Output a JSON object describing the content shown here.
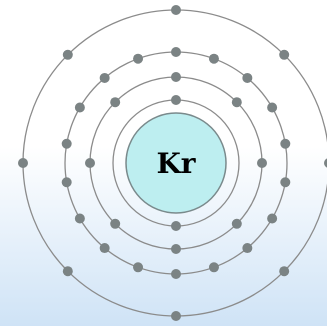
{
  "element": {
    "symbol": "Kr"
  },
  "shells": [
    {
      "shell": 1,
      "electrons": 2
    },
    {
      "shell": 2,
      "electrons": 8
    },
    {
      "shell": 3,
      "electrons": 18
    },
    {
      "shell": 4,
      "electrons": 8
    }
  ],
  "colors": {
    "background_top": "#ffffff",
    "background_bottom": "#cfe3f6",
    "nucleus_fill": "#bdeef0",
    "nucleus_stroke": "#7a8a8c",
    "ring_stroke": "#8b8b8b",
    "electron_fill": "#7b8384",
    "label_color": "#000000"
  }
}
